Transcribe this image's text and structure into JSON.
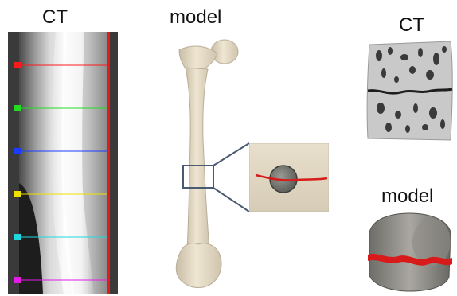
{
  "labels": {
    "ct_left": "CT",
    "model_center": "model",
    "ct_right": "CT",
    "model_right": "model"
  },
  "colors": {
    "background": "#ffffff",
    "xray_border": "#3a3a3a",
    "red_bar": "#e11b1b",
    "bone": "#e7dcc6",
    "crack": "#d81a1a",
    "zoom_box": "#4a5a70"
  },
  "ct_markers": [
    {
      "name": "red",
      "color": "#ff1a1a"
    },
    {
      "name": "green",
      "color": "#22dd22"
    },
    {
      "name": "blue",
      "color": "#1a3cff"
    },
    {
      "name": "yellow",
      "color": "#f0e000"
    },
    {
      "name": "cyan",
      "color": "#22d8e0"
    },
    {
      "name": "magenta",
      "color": "#e61ae6"
    }
  ]
}
